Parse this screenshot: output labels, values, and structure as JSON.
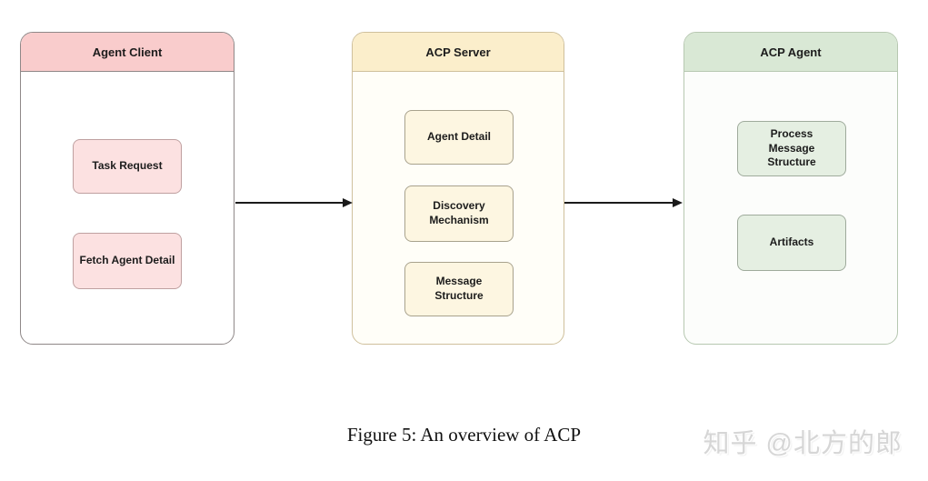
{
  "figure": {
    "caption": "Figure 5: An overview of ACP",
    "watermark": "知乎 @北方的郎"
  },
  "diagram": {
    "containers": [
      {
        "id": "agent-client",
        "title": "Agent Client",
        "items": [
          "Task Request",
          "Fetch Agent Detail"
        ]
      },
      {
        "id": "acp-server",
        "title": "ACP Server",
        "items": [
          "Agent Detail",
          "Discovery\nMechanism",
          "Message\nStructure"
        ]
      },
      {
        "id": "acp-agent",
        "title": "ACP Agent",
        "items": [
          "Process\nMessage\nStructure",
          "Artifacts"
        ]
      }
    ],
    "arrows": [
      {
        "from": "agent-client",
        "to": "acp-server"
      },
      {
        "from": "acp-server",
        "to": "acp-agent"
      }
    ],
    "palette": {
      "client_header": "#f9cccc",
      "client_border": "#8f8888",
      "client_item_fill": "#fce1e1",
      "client_item_border": "#bfa0a0",
      "server_header": "#fbeecb",
      "server_border": "#cfc09c",
      "server_item_fill": "#fdf6e1",
      "server_item_border": "#a8a28d",
      "agent_header": "#d9e8d5",
      "agent_border": "#b7c8b1",
      "agent_item_fill": "#e5efe2",
      "agent_item_border": "#9fab9c",
      "arrow": "#1a1a1a",
      "watermark_text": "#d6d6d6"
    }
  }
}
